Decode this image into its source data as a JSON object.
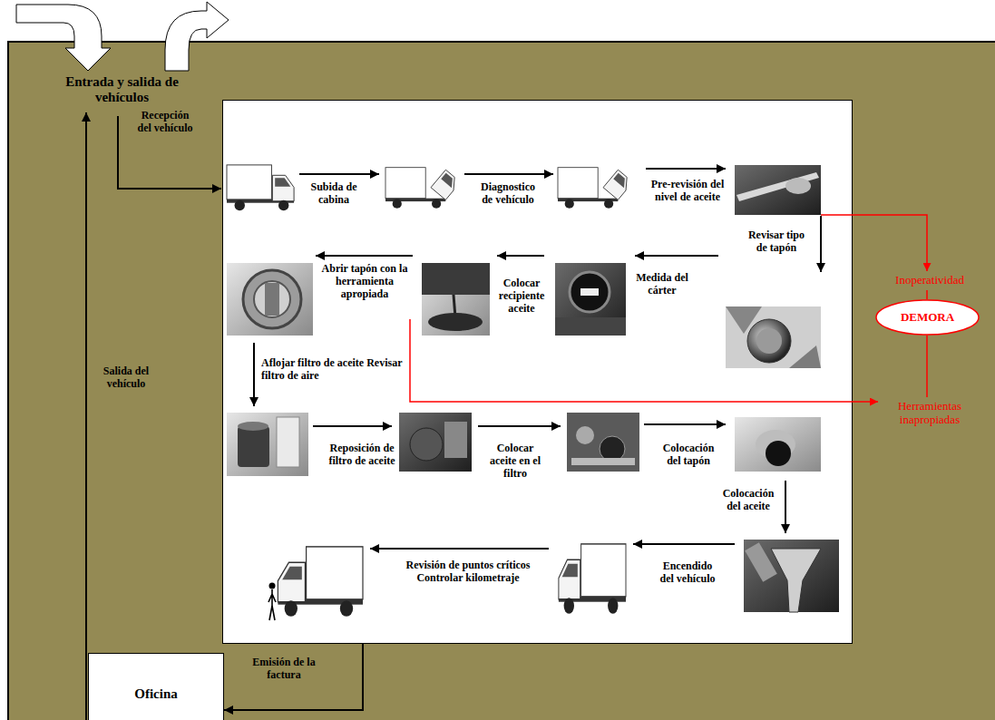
{
  "diagram": {
    "nodes": [
      {
        "text": [
          "Entrada y salida de vehículos"
        ]
      },
      {
        "text": [
          "Subida de cabina",
          "Diagnostico de vehículo",
          "Pre-revisión del nivel de aceite",
          "Revisar tipo de tapón",
          "Medida del cárter",
          "Colocar recipiente aceite",
          "Abrir tapón con la herramienta apropiada",
          "Aflojar filtro de aceite Revisar filtro de aire",
          "Reposición de filtro de aceite",
          "Colocar aceite en el filtro",
          "Colocación del tapón",
          "Colocación del aceite",
          "Encendido del vehículo",
          "Revisión de puntos críticos Controlar kilometraje"
        ],
        "in": 0
      },
      {
        "text": [
          "DEMORA"
        ],
        "in": 0
      },
      {
        "text": [
          "Oficina"
        ],
        "in": 0
      }
    ],
    "edges": [
      {
        "from": 1,
        "to": 3,
        "arrow": "to",
        "label": "Emisión de la factura"
      }
    ],
    "labels": [
      "Recepción del vehículo",
      "Salida del vehículo",
      "Inoperatividad",
      "Herramientas inapropiadas"
    ]
  }
}
